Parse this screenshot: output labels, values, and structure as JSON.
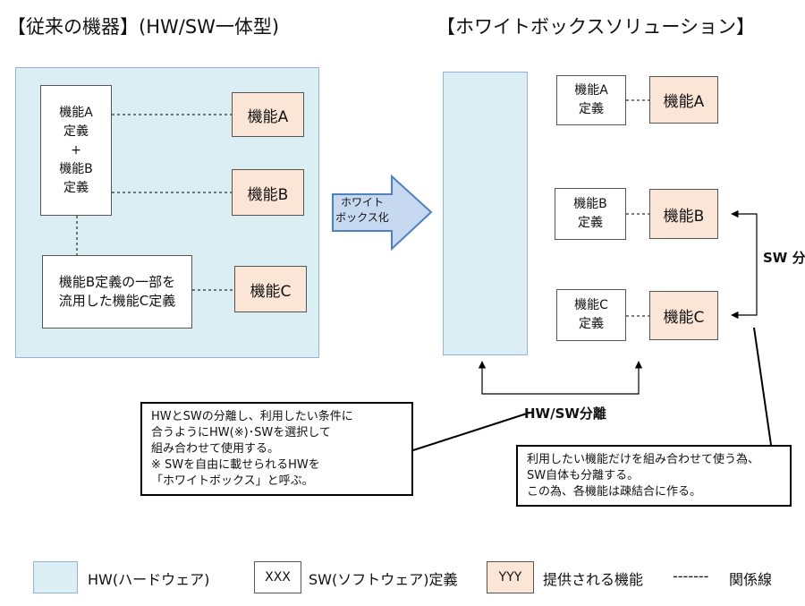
{
  "titles": {
    "left": "【従来の機器】(HW/SW一体型)",
    "right": "【ホワイトボックスソリューション】"
  },
  "left": {
    "def_ab": "機能A\n定義\n+\n機能B\n定義",
    "def_c": "機能B定義の一部を\n流用した機能C定義",
    "func_a": "機能A",
    "func_b": "機能B",
    "func_c": "機能C"
  },
  "arrow_label": "ホワイト\nボックス化",
  "right": {
    "def_a": "機能A\n定義",
    "def_b": "機能B\n定義",
    "def_c": "機能C\n定義",
    "func_a": "機能A",
    "func_b": "機能B",
    "func_c": "機能C",
    "sw_split": "SW\n分離",
    "hw_sw_split": "HW/SW分離"
  },
  "notes": {
    "left": "HWとSWの分離し、利用したい条件に\n合うようにHW(※)･SWを選択して\n組み合わせて使用する。\n※ SWを自由に載せられるHWを\n 「ホワイトボックス」と呼ぶ。",
    "right": "利用したい機能だけを組み合わせて使う為、\nSW自体も分離する。\nこの為、各機能は疎結合に作る。"
  },
  "legend": {
    "hw": "HW(ハードウェア)",
    "sw_sample": "XXX",
    "sw": "SW(ソフトウェア)定義",
    "func_sample": "YYY",
    "func": "提供される機能",
    "line_sample": "-------",
    "line": "関係線"
  },
  "colors": {
    "hw_fill": "#daeef3",
    "function_fill": "#fbe5d6",
    "arrow_fill": "#c6d9f1"
  }
}
